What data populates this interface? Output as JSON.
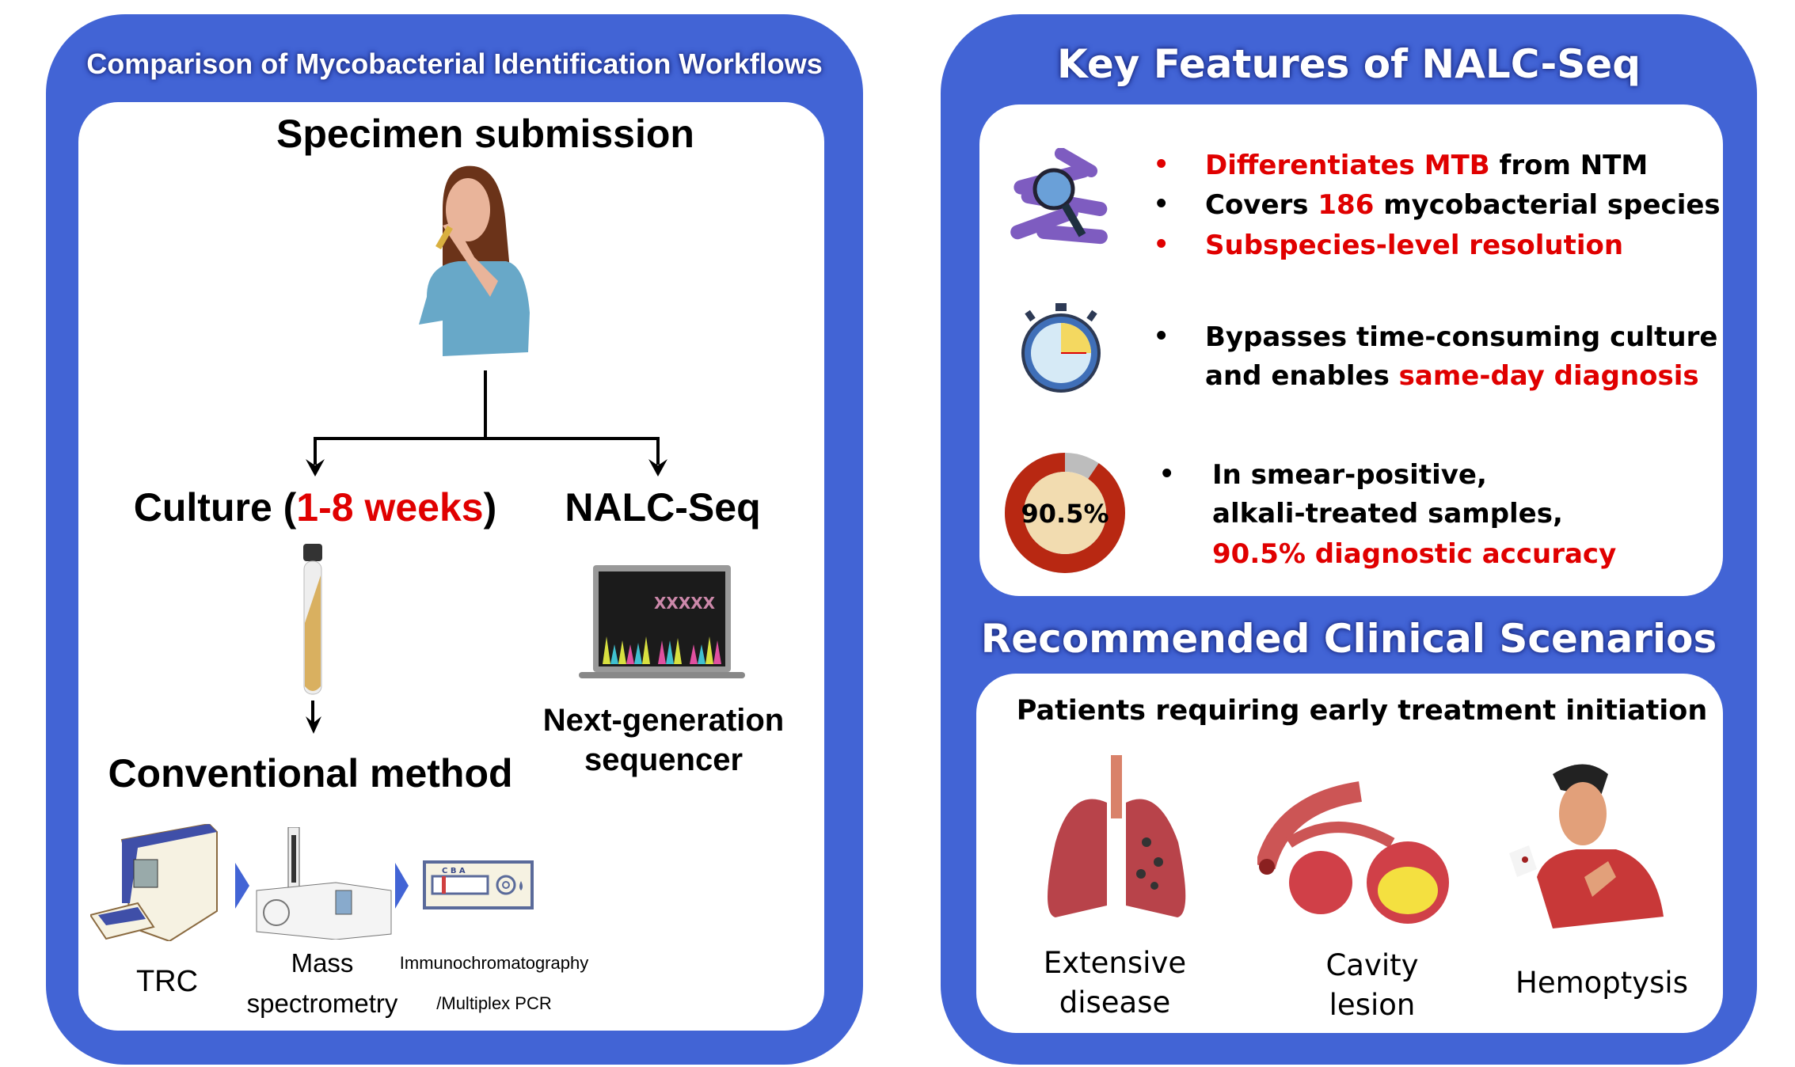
{
  "left_panel": {
    "title": "Comparison of Mycobacterial Identification Workflows",
    "specimen": "Specimen submission",
    "culture": {
      "prefix": "Culture (",
      "duration": "1-8 weeks",
      "suffix": ")"
    },
    "nalc": "NALC-Seq",
    "conventional": "Conventional method",
    "sequencer": [
      "Next-generation",
      "sequencer"
    ],
    "methods": [
      {
        "label": [
          "TRC"
        ]
      },
      {
        "label": [
          "Mass",
          "spectrometry"
        ]
      },
      {
        "label": [
          "Immunochromatography",
          "/Multiplex PCR"
        ]
      }
    ],
    "strip_letters": "C B A"
  },
  "right_panel": {
    "title": "Key Features of NALC-Seq",
    "features": {
      "f1": {
        "red": "Differentiates MTB",
        "black": " from NTM"
      },
      "f2": {
        "a": "Covers ",
        "red": "186",
        "b": " mycobacterial species"
      },
      "f3": {
        "red": "Subspecies-level resolution"
      },
      "f4": {
        "line1": "Bypasses time-consuming culture",
        "line2a": "and enables ",
        "line2red": "same-day diagnosis"
      },
      "f5": {
        "line1": "In smear-positive,",
        "line2": "alkali-treated samples,",
        "line3red": "90.5% diagnostic accuracy"
      }
    },
    "accuracy": {
      "label": "90.5%",
      "value": 90.5
    },
    "bullet": "•",
    "scenarios_title": "Recommended Clinical Scenarios",
    "scenarios_heading": "Patients requiring early treatment initiation",
    "scenarios": [
      {
        "label": [
          "Extensive",
          "disease"
        ]
      },
      {
        "label": [
          "Cavity",
          "lesion"
        ]
      },
      {
        "label": [
          "Hemoptysis"
        ]
      }
    ]
  },
  "colors": {
    "panel": "#4264d5",
    "accent_red": "#e00000"
  }
}
